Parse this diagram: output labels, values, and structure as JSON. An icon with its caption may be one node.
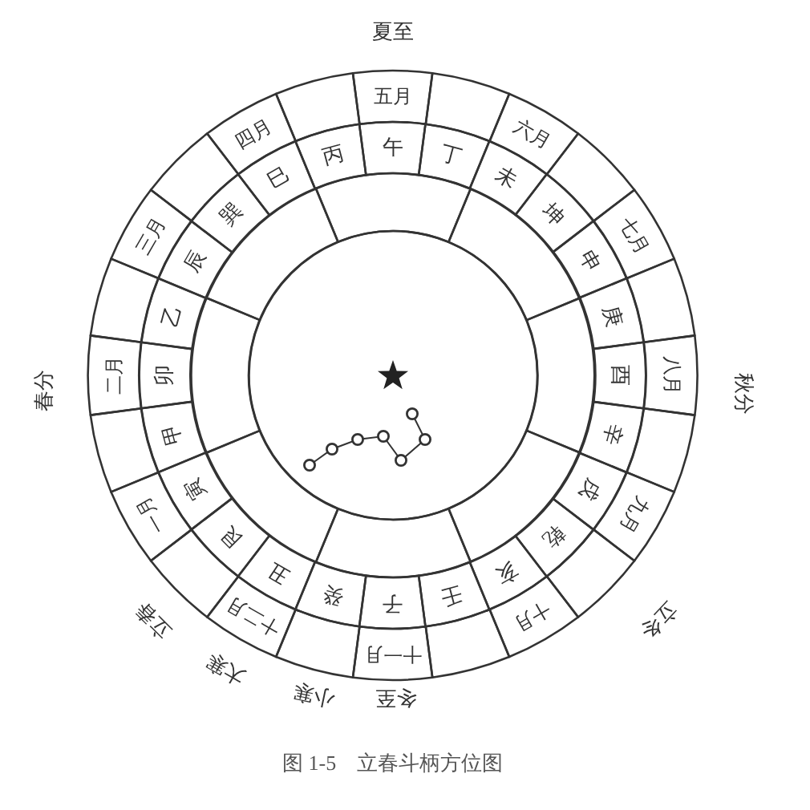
{
  "diagram": {
    "caption": "图 1-5　立春斗柄方位图",
    "nodes": [
      {
        "text": [
          "五月"
        ]
      },
      {
        "text": [],
        "shape": "box"
      },
      {
        "text": [
          "六月"
        ]
      },
      {
        "text": [],
        "shape": "box"
      },
      {
        "text": [
          "七月"
        ]
      },
      {
        "text": [],
        "shape": "box"
      },
      {
        "text": [
          "八月"
        ]
      },
      {
        "text": [],
        "shape": "box"
      },
      {
        "text": [
          "九月"
        ]
      },
      {
        "text": [],
        "shape": "box"
      },
      {
        "text": [
          "十月"
        ]
      },
      {
        "text": [],
        "shape": "box"
      },
      {
        "text": [
          "十一月"
        ]
      },
      {
        "text": [],
        "shape": "box"
      },
      {
        "text": [
          "十二月"
        ]
      },
      {
        "text": [],
        "shape": "box"
      },
      {
        "text": [
          "一月"
        ]
      },
      {
        "text": [],
        "shape": "box"
      },
      {
        "text": [
          "二月"
        ]
      },
      {
        "text": [],
        "shape": "box"
      },
      {
        "text": [
          "三月"
        ]
      },
      {
        "text": [],
        "shape": "box"
      },
      {
        "text": [
          "四月"
        ]
      },
      {
        "text": [],
        "shape": "box"
      },
      {
        "text": [
          "午"
        ]
      },
      {
        "text": [
          "丁"
        ]
      },
      {
        "text": [
          "未"
        ]
      },
      {
        "text": [
          "坤"
        ]
      },
      {
        "text": [
          "申"
        ]
      },
      {
        "text": [
          "庚"
        ]
      },
      {
        "text": [
          "酉"
        ]
      },
      {
        "text": [
          "辛"
        ]
      },
      {
        "text": [
          "戌"
        ]
      },
      {
        "text": [
          "乾"
        ]
      },
      {
        "text": [
          "亥"
        ]
      },
      {
        "text": [
          "壬"
        ]
      },
      {
        "text": [
          "子"
        ]
      },
      {
        "text": [
          "癸"
        ]
      },
      {
        "text": [
          "丑"
        ]
      },
      {
        "text": [
          "艮"
        ]
      },
      {
        "text": [
          "寅"
        ]
      },
      {
        "text": [
          "甲"
        ]
      },
      {
        "text": [
          "卯"
        ]
      },
      {
        "text": [
          "乙"
        ]
      },
      {
        "text": [
          "辰"
        ]
      },
      {
        "text": [
          "巽"
        ]
      },
      {
        "text": [
          "巳"
        ]
      },
      {
        "text": [
          "丙"
        ]
      },
      {
        "text": [],
        "shape": "box"
      },
      {
        "text": [],
        "shape": "box"
      },
      {
        "text": [],
        "shape": "box"
      },
      {
        "text": [],
        "shape": "box"
      },
      {
        "text": [],
        "shape": "box"
      },
      {
        "text": [],
        "shape": "box"
      },
      {
        "text": [],
        "shape": "box"
      },
      {
        "text": [],
        "shape": "box"
      },
      {
        "text": [],
        "shape": "circle"
      }
    ],
    "labels": [
      "夏至",
      "春分",
      "秋分",
      "立冬",
      "立春",
      "大寒",
      "小寒",
      "冬至"
    ]
  }
}
